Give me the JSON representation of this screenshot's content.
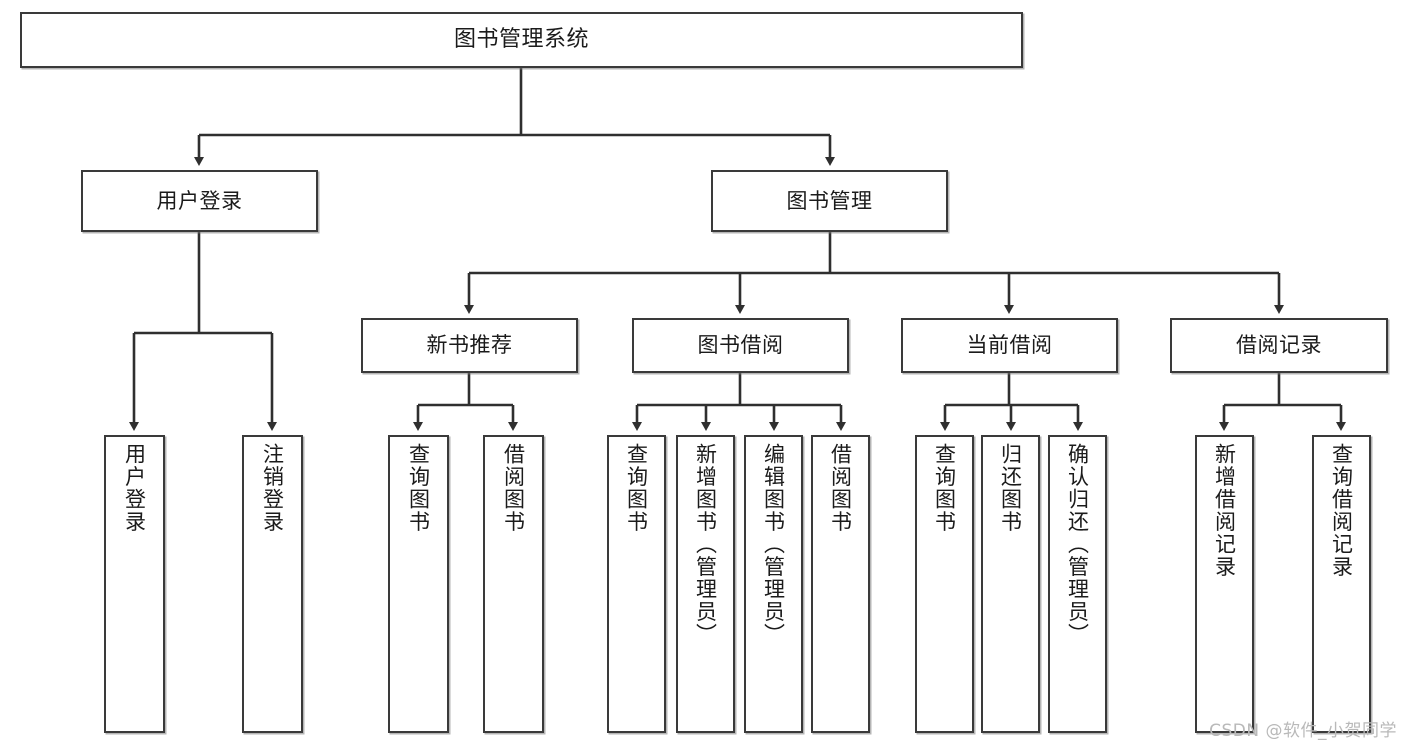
{
  "diagram": {
    "title": "图书管理系统",
    "type": "tree",
    "watermark": "CSDN @软件_小贺同学",
    "colors": {
      "box_border": "#3a3a3a",
      "box_fill": "#ffffff",
      "connector": "#2f2f2f",
      "text": "#1b1b1b",
      "watermark": "#b9b9b9",
      "background": "#ffffff"
    },
    "root": {
      "label": "图书管理系统"
    },
    "level2": [
      {
        "label": "用户登录"
      },
      {
        "label": "图书管理"
      }
    ],
    "level3": [
      {
        "label": "新书推荐"
      },
      {
        "label": "图书借阅"
      },
      {
        "label": "当前借阅"
      },
      {
        "label": "借阅记录"
      }
    ],
    "leaves": {
      "user_login": [
        {
          "label": "用户登录"
        },
        {
          "label": "注销登录"
        }
      ],
      "new_book_recommend": [
        {
          "label": "查询图书"
        },
        {
          "label": "借阅图书"
        }
      ],
      "book_borrow": [
        {
          "label": "查询图书"
        },
        {
          "label": "新增图书（管理员）"
        },
        {
          "label": "编辑图书（管理员）"
        },
        {
          "label": "借阅图书"
        }
      ],
      "current_borrow": [
        {
          "label": "查询图书"
        },
        {
          "label": "归还图书"
        },
        {
          "label": "确认归还（管理员）"
        }
      ],
      "borrow_record": [
        {
          "label": "新增借阅记录"
        },
        {
          "label": "查询借阅记录"
        }
      ]
    }
  }
}
